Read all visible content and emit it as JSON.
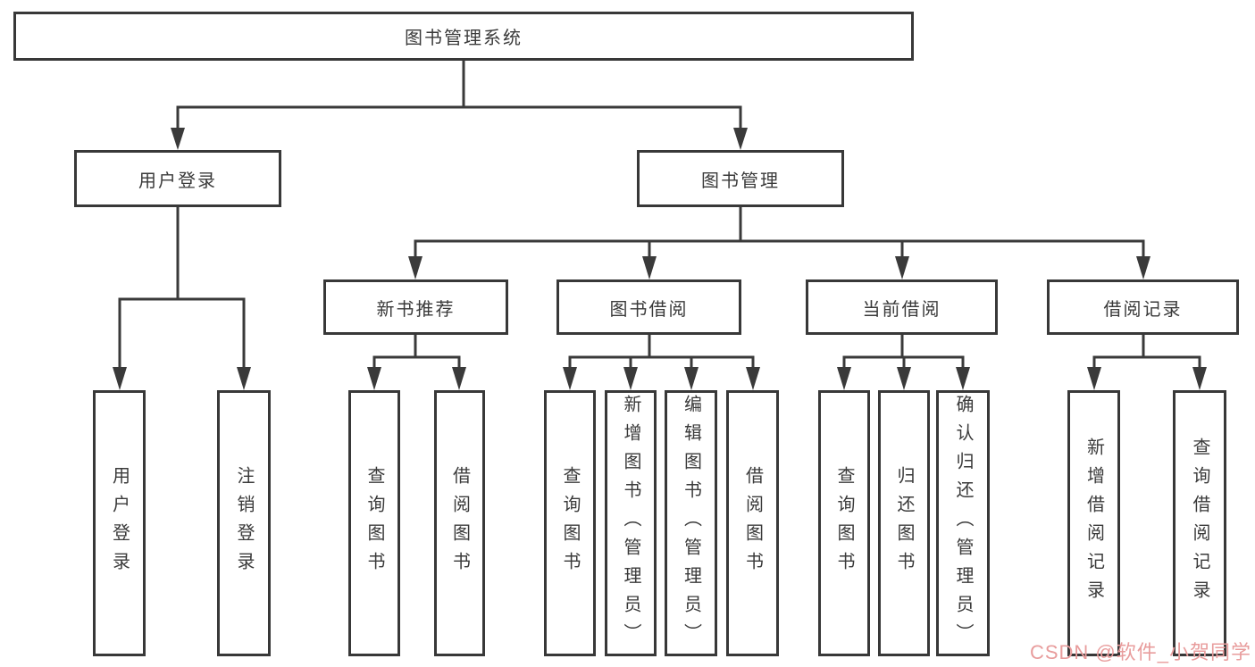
{
  "tree": {
    "root": {
      "label": "图书管理系统"
    },
    "children": [
      {
        "label": "用户登录",
        "children": [
          {
            "label": "用户登录"
          },
          {
            "label": "注销登录"
          }
        ]
      },
      {
        "label": "图书管理",
        "children": [
          {
            "label": "新书推荐",
            "children": [
              {
                "label": "查询图书"
              },
              {
                "label": "借阅图书"
              }
            ]
          },
          {
            "label": "图书借阅",
            "children": [
              {
                "label": "查询图书"
              },
              {
                "label": "新增图书（管理员）"
              },
              {
                "label": "编辑图书（管理员）"
              },
              {
                "label": "借阅图书"
              }
            ]
          },
          {
            "label": "当前借阅",
            "children": [
              {
                "label": "查询图书"
              },
              {
                "label": "归还图书"
              },
              {
                "label": "确认归还（管理员）"
              }
            ]
          },
          {
            "label": "借阅记录",
            "children": [
              {
                "label": "新增借阅记录"
              },
              {
                "label": "查询借阅记录"
              }
            ]
          }
        ]
      }
    ]
  },
  "watermark": {
    "text": "CSDN @软件_小贺同学"
  },
  "colors": {
    "background": "#ffffff",
    "line": "#3a3a3a",
    "box_border": "#383838",
    "text": "#3a3a3a",
    "watermark": "#e89c9c"
  }
}
